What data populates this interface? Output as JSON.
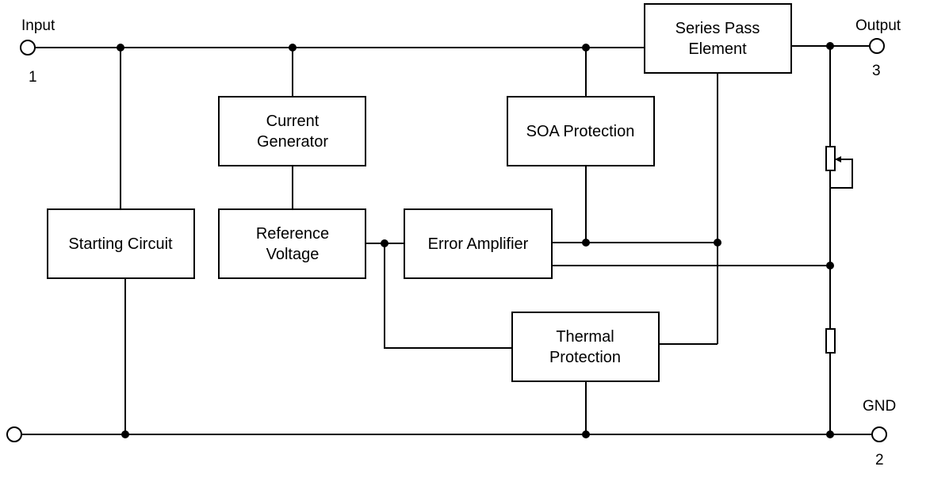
{
  "terminals": {
    "input": {
      "label": "Input",
      "pin": "1"
    },
    "output": {
      "label": "Output",
      "pin": "3"
    },
    "gnd": {
      "label": "GND",
      "pin": "2"
    }
  },
  "blocks": {
    "series_pass": {
      "line1": "Series Pass",
      "line2": "Element"
    },
    "current_generator": {
      "line1": "Current",
      "line2": "Generator"
    },
    "soa_protection": {
      "line1": "SOA Protection"
    },
    "starting_circuit": {
      "line1": "Starting Circuit"
    },
    "reference_voltage": {
      "line1": "Reference",
      "line2": "Voltage"
    },
    "error_amplifier": {
      "line1": "Error Amplifier"
    },
    "thermal_protection": {
      "line1": "Thermal",
      "line2": "Protection"
    }
  }
}
